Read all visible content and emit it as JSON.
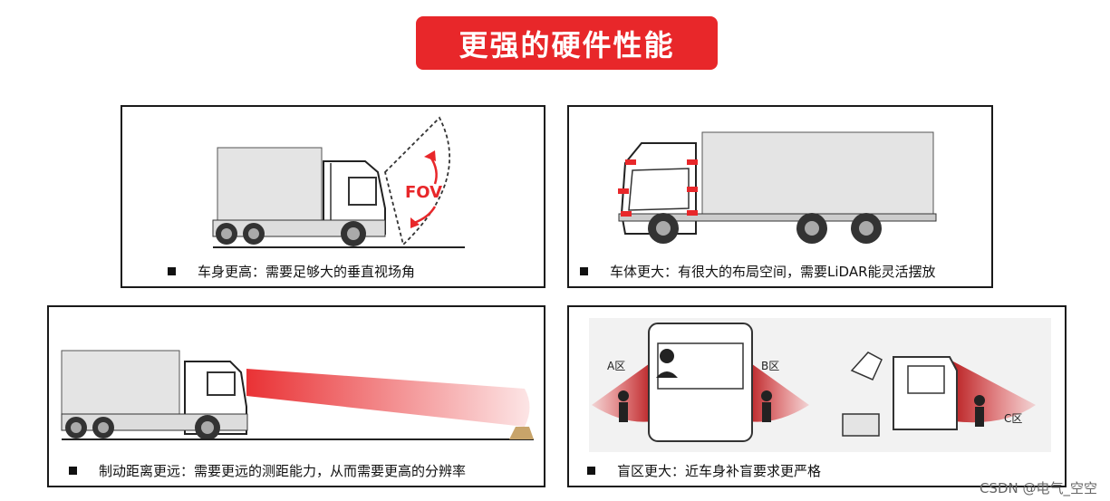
{
  "title": "更强的硬件性能",
  "panels": [
    {
      "caption": "车身更高：需要足够大的垂直视场角",
      "fov_label": "FOV"
    },
    {
      "caption": "车体更大：有很大的布局空间，需要LiDAR能灵活摆放"
    },
    {
      "caption": "制动距离更远：需要更远的测距能力，从而需要更高的分辨率"
    },
    {
      "caption": "盲区更大：近车身补盲要求更严格",
      "zone_a": "A区",
      "zone_b": "B区",
      "zone_c": "C区"
    }
  ],
  "watermark": "CSDN @电气_空空",
  "colors": {
    "accent": "#e8272a",
    "truck_box": "#e6e6e6",
    "outline": "#1a1a1a"
  }
}
